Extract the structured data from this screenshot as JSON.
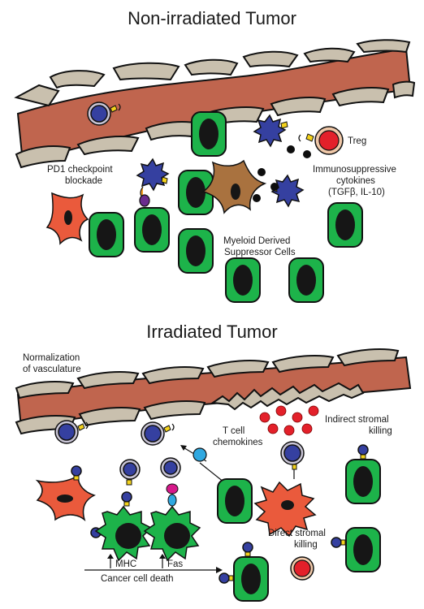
{
  "titles": {
    "top": "Non-irradiated Tumor",
    "bottom": "Irradiated Tumor"
  },
  "labels": {
    "treg": "Treg",
    "pd1_line1": "PD1 checkpoint",
    "pd1_line2": "blockade",
    "cytokines_line1": "Immunosuppressive",
    "cytokines_line2": "cytokines",
    "cytokines_line3": "(TGFβ, IL-10)",
    "mdsc_line1": "Myeloid Derived",
    "mdsc_line2": "Suppressor Cells",
    "normalization_line1": "Normalization",
    "normalization_line2": "of vasculature",
    "indirect_line1": "Indirect stromal",
    "indirect_line2": "killing",
    "tcell_chemo_line1": "T cell",
    "tcell_chemo_line2": "chemokines",
    "direct_line1": "Direct stromal",
    "direct_line2": "killing",
    "mhc": "MHC",
    "fas": "Fas",
    "cancer_death": "Cancer cell death"
  },
  "colors": {
    "tumor_cell": "#1db34a",
    "vessel": "#c0654e",
    "endothelium": "#c9c0ae",
    "t_cell": "#3540a0",
    "fibroblast": "#ea5a3c",
    "mdsc": "#a9723f",
    "treg": "#e3202a",
    "chemokine": "#2fa8e0"
  }
}
